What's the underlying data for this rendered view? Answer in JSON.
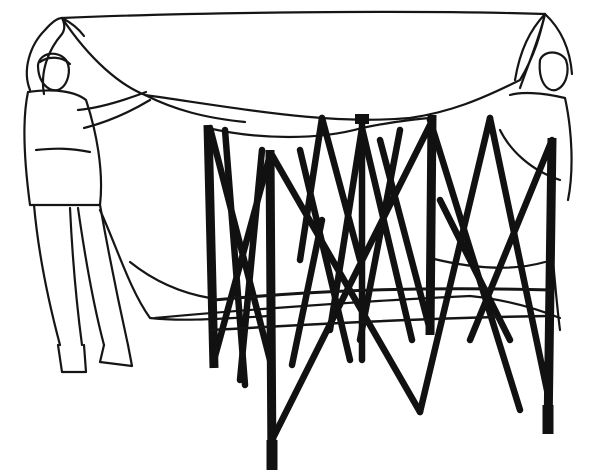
{
  "image": {
    "background": "#ffffff",
    "ink": "#151515",
    "subjects": [
      "person-left",
      "person-right",
      "canopy-fabric",
      "folding-canopy-frame"
    ]
  }
}
